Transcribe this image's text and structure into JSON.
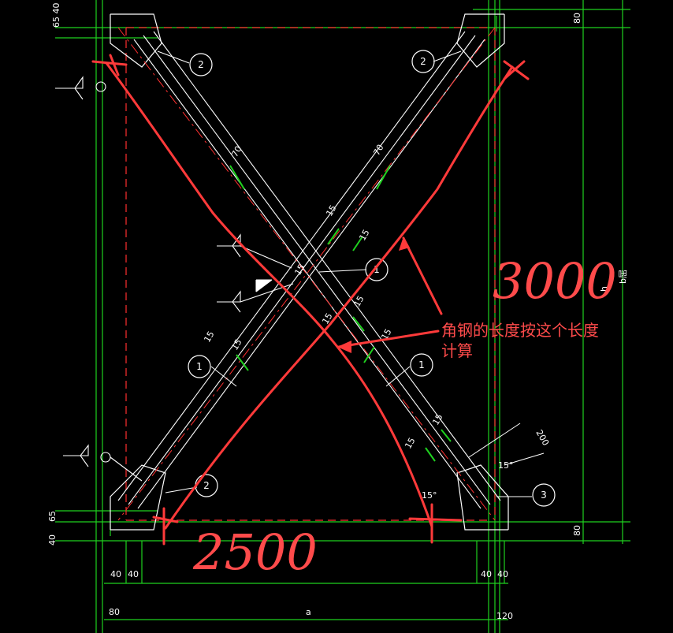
{
  "dims": {
    "top_left": "65 40",
    "top_right": "80",
    "right_mid": "h",
    "right_label": "b屈",
    "left_bottom_65": "65",
    "left_bottom_40": "40",
    "bottom_right": "80",
    "bot_40a": "40",
    "bot_40b": "40",
    "bot_40c": "40",
    "bot_40d": "40",
    "bot_80": "80",
    "bot_a": "a",
    "bot_120": "120",
    "gusset_200": "200",
    "angle_15a": "15°",
    "angle_15b": "15°"
  },
  "weld_marks": [
    "70",
    "70",
    "15",
    "15",
    "15",
    "15",
    "15",
    "15",
    "15",
    "15",
    "15",
    "15"
  ],
  "callouts": {
    "c1a": "1",
    "c1b": "1",
    "c2a": "2",
    "c2b": "2",
    "c2c": "2",
    "c3": "3",
    "c1mid": "1"
  },
  "annotation": {
    "line1": "角钢的长度按这个长度",
    "line2": "计算",
    "handwritten_height": "3000",
    "handwritten_width": "2500"
  },
  "colors": {
    "background": "#000000",
    "frame_green": "#1fd11f",
    "member_white": "#ffffff",
    "centerline_red": "#ff3030",
    "annotation_red": "#ff4b4b"
  }
}
